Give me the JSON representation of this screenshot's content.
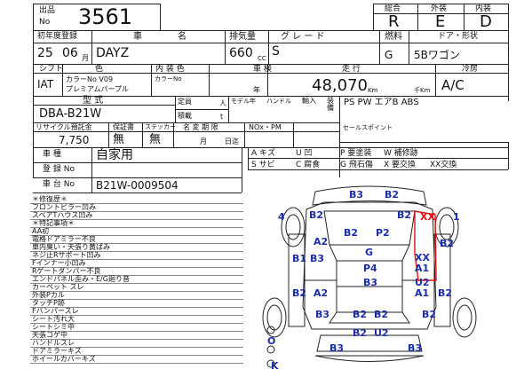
{
  "lot": {
    "label_top": "出品",
    "label_bottom": "No",
    "number": "3561"
  },
  "grades": {
    "overall_label": "総合",
    "overall": "R",
    "exterior_label": "外装",
    "exterior": "E",
    "interior_label": "内装",
    "interior": "D"
  },
  "row1": {
    "year_label": "初年度登録",
    "year": "25",
    "month": "06",
    "month_unit": "月",
    "name_label1": "車",
    "name_label2": "名",
    "name": "DAYZ",
    "cc_label": "排気量",
    "cc": "660",
    "cc_unit": "CC",
    "grade_label": "グ レ ー ド",
    "grade": "S",
    "fuel_label": "燃料",
    "fuel": "G",
    "door_label": "ドア・形状",
    "door": "5Bワゴン"
  },
  "row2": {
    "shift_label": "シフト",
    "shift": "IAT",
    "color_label": "色",
    "color_no": "カラーNo V09",
    "color_name": "プレミアムパープル",
    "int_color_label": "内 装 色",
    "int_color_no": "カラーNo",
    "inspection_label": "車 検",
    "inspection_unit": "年",
    "mileage_label": "走 行",
    "mileage": "48,070",
    "mileage_km": "Km",
    "mileage_thou": "千Km",
    "ac_label": "冷房",
    "ac": "A/C"
  },
  "row3": {
    "model_label": "型 式",
    "model": "DBA-B21W",
    "capacity_label": "定員",
    "capacity_unit": "人",
    "load_label": "積載",
    "load_unit": "t",
    "year_label": "モデル年",
    "handle_label": "ハンドル",
    "import_label": "輸入",
    "equip_label": "装 備",
    "equip": "PS PW エアB ABS",
    "recycle_label": "リサイクル預託金",
    "recycle": "7,750",
    "warranty_label": "保証書",
    "warranty": "無",
    "sticker_label": "ステッカー",
    "sticker": "無",
    "transfer_label": "名 変 期 限",
    "transfer_month": "月",
    "transfer_day": "日迄",
    "nox_label": "NOx・PM",
    "point_label": "セールスポイント"
  },
  "vehicle": {
    "kind_label": "車 種",
    "kind": "自家用",
    "reg_label": "登 録 No",
    "chassis_label": "車 台 No",
    "chassis": "B21W-0009504"
  },
  "legend": [
    {
      "code": "A",
      "text": "キズ"
    },
    {
      "code": "U",
      "text": "凹"
    },
    {
      "code": "P",
      "text": "要塗装"
    },
    {
      "code": "W",
      "text": "補修跡"
    },
    {
      "code": "S",
      "text": "サビ"
    },
    {
      "code": "C",
      "text": "腐食"
    },
    {
      "code": "G",
      "text": "飛石傷"
    },
    {
      "code": "X",
      "text": "要交換"
    },
    {
      "code": "XX",
      "text": "交換"
    }
  ],
  "memo": [
    "＊修復歴＊",
    "フロントピラー凹み",
    "スペアTハウス凹み",
    "＊特記事項＊",
    "AA初",
    "電格ドアミラー不良",
    "車内臭い・天張り黄ばみ",
    "ネジ止Rサポート凹み",
    "Fインナー小凹み",
    "Rゲートダンパー不良",
    "エンドパネル歪み・E/G廻り音",
    "カーペット スレ",
    "外装Pカル",
    "タッチP跡",
    "Fバンパースレ",
    "シート汚れ大",
    "シートシミ中",
    "天張コゲ中",
    "ハンドルスレ",
    "ドアミラーキズ",
    "ホイールカバーキズ"
  ],
  "diagram": {
    "marks": {
      "b3_top": "B3",
      "b2_top": "B2",
      "front_left_num": "4",
      "front_right_num": "1",
      "b2_fl": "B2",
      "xx_fr": "XX",
      "b2_fr": "B2",
      "b2_hood_l": "B2",
      "p2_hood": "P2",
      "a2_l": "A2",
      "b1_l": "B1",
      "b3_l": "B3",
      "g_roof": "G",
      "b2_r1": "B2",
      "xx_r": "XX",
      "a1_r": "A1",
      "p4": "P4",
      "b3_mid": "B3",
      "u2_r": "U2",
      "b2_l2": "B2",
      "a2_l2": "A2",
      "a1_r2": "A1",
      "b2_r2": "B2",
      "b3_rear_l": "B3",
      "b2_rear1": "B2",
      "b2_rear2": "B2",
      "b2_rear_r": "B2",
      "b2_bot": "B2",
      "u2_bot": "U2",
      "b3_bot": "B3",
      "b3_bot_r": "B3",
      "o_label": "O",
      "k_label": "K"
    }
  }
}
